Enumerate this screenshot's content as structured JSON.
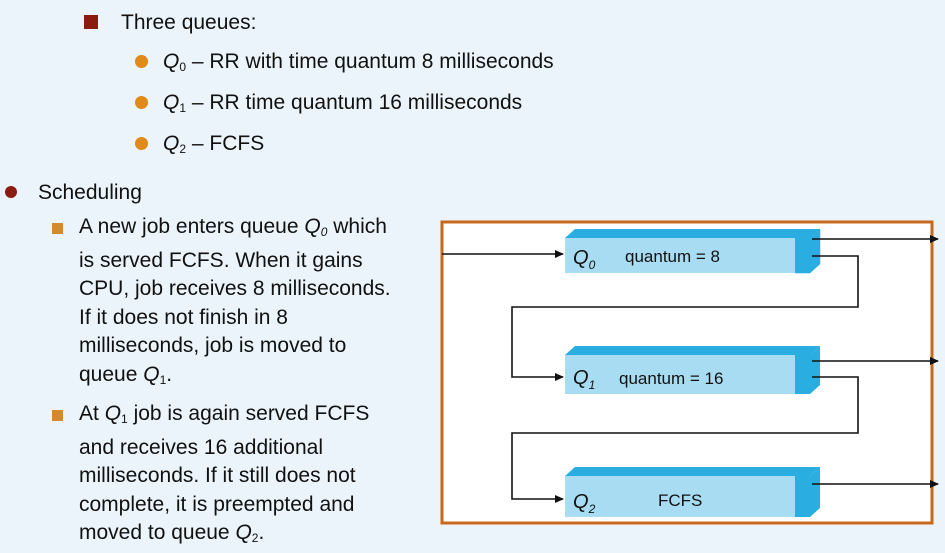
{
  "top_bullet": {
    "label": "Three queues:",
    "icon": "dark-red-square-bullet"
  },
  "queues_list": [
    {
      "q": "Q",
      "sub": "0",
      "text": "– RR with time quantum 8 milliseconds"
    },
    {
      "q": "Q",
      "sub": "1",
      "text": "– RR time quantum 16 milliseconds"
    },
    {
      "q": "Q",
      "sub": "2",
      "text": "– FCFS"
    }
  ],
  "scheduling": {
    "label": "Scheduling",
    "item1": {
      "lines": [
        "A new job enters queue",
        "which",
        "is served FCFS. When it gains",
        "CPU, job receives 8 milliseconds.",
        "If it does not finish in 8",
        "milliseconds, job is moved to",
        "queue"
      ],
      "q_a": "Q",
      "q_a_sub": "0",
      "q_b": "Q",
      "q_b_sub": "1",
      "q_b_after": "."
    },
    "item2": {
      "prefix": "At",
      "q": "Q",
      "q_sub": "1",
      "lines": [
        "job is again served FCFS",
        "and receives 16 additional",
        "milliseconds.  If it still does not",
        "complete, it is preempted and",
        "moved to queue"
      ],
      "q_end": "Q",
      "q_end_sub": "2",
      "q_end_after": "."
    }
  },
  "diagram": {
    "border_color": "#c8681a",
    "box_front_color": "#a8dcf2",
    "box_top_color": "#2aaee2",
    "queues": [
      {
        "q": "Q",
        "sub": "0",
        "label": "quantum = 8"
      },
      {
        "q": "Q",
        "sub": "1",
        "label": "quantum = 16"
      },
      {
        "q": "Q",
        "sub": "2",
        "label": "FCFS"
      }
    ]
  }
}
